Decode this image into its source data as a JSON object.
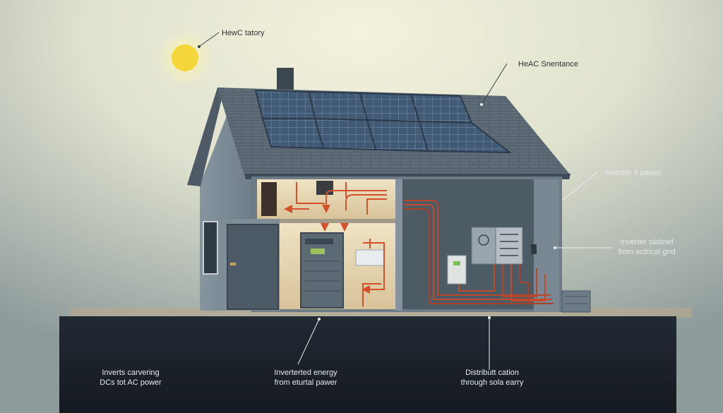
{
  "labels": {
    "sun": "HewC tatory",
    "roof": "HeAC Snentance",
    "inverter_power": "Inverter 4 pawer",
    "panel": [
      "Inverter slabnel",
      "from ectrical gnd"
    ],
    "bottom_left": [
      "Inverts carvering",
      "DCs tot AC power"
    ],
    "bottom_center": [
      "Inverterted energy",
      "from eturtal pawer"
    ],
    "bottom_right": [
      "Distributt cation",
      "through sola earry"
    ]
  },
  "colors": {
    "sky_light": "#f1f0da",
    "sky_dark": "#8d9a98",
    "house_wall": "#7e8c95",
    "roof": "#5d6b76",
    "solar_panel": "#3a4f66",
    "interior_warm": "#e8d9b8",
    "interior_dark": "#4a5862",
    "wire": "#d4502a",
    "base": "#1b2027",
    "sun": "#f4d63a"
  }
}
